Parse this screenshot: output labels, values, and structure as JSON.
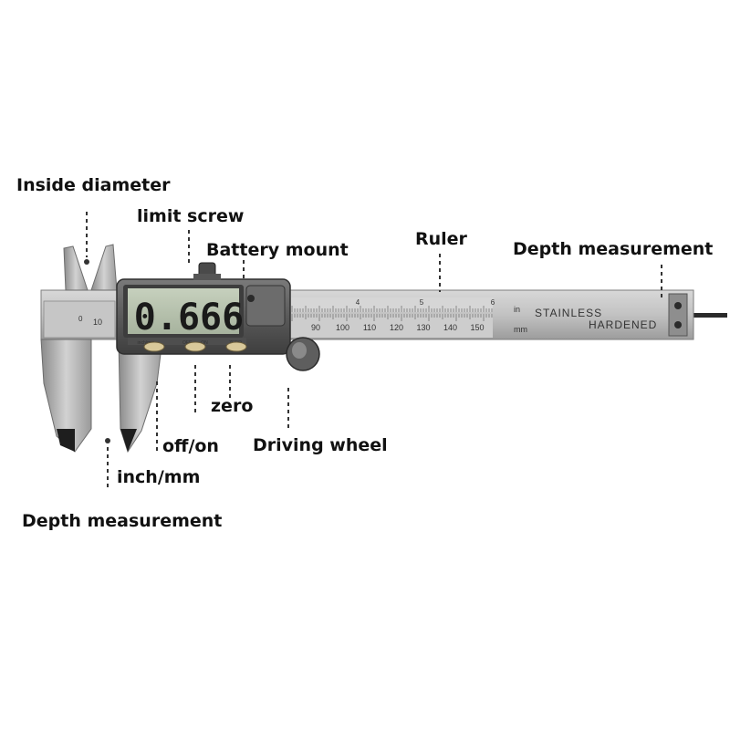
{
  "callouts": {
    "inside_diameter": "Inside diameter",
    "limit_screw": "limit screw",
    "battery_mount": "Battery mount",
    "ruler": "Ruler",
    "depth_measurement_right": "Depth measurement",
    "zero": "zero",
    "off_on": "off/on",
    "driving_wheel": "Driving wheel",
    "inch_mm": "inch/mm",
    "depth_measurement_left": "Depth measurement"
  },
  "device": {
    "display_value": "0.666",
    "button_labels": [
      "inch/mm",
      "OFF",
      "ON",
      "ZERO"
    ],
    "beam_text_line1": "STAINLESS",
    "beam_text_line2": "HARDENED",
    "unit_in": "in",
    "unit_mm": "mm",
    "inch_numbers": [
      "4",
      "5",
      "6"
    ],
    "mm_numbers": [
      "90",
      "100",
      "110",
      "120",
      "130",
      "140",
      "150"
    ],
    "jaw_numbers": [
      "0",
      "10"
    ]
  },
  "colors": {
    "steel_light": "#c9c9c9",
    "steel_mid": "#a8a8a8",
    "steel_dark": "#6e6e6e",
    "housing": "#5c5c5c",
    "lcd": "#b9c4b0",
    "jaw_tip": "#1e1e1e"
  }
}
